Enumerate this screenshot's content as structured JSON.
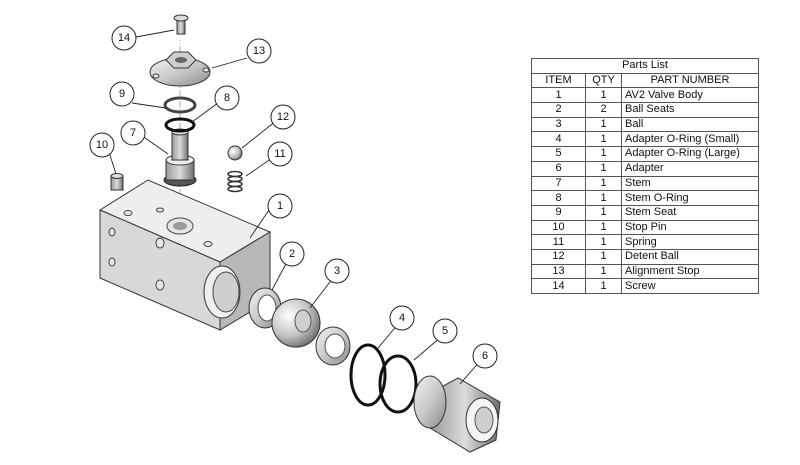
{
  "parts_list": {
    "title": "Parts List",
    "headers": {
      "item": "ITEM",
      "qty": "QTY",
      "part_number": "PART NUMBER"
    },
    "rows": [
      {
        "item": "1",
        "qty": "1",
        "part": "AV2 Valve Body"
      },
      {
        "item": "2",
        "qty": "2",
        "part": "Ball Seats"
      },
      {
        "item": "3",
        "qty": "1",
        "part": "Ball"
      },
      {
        "item": "4",
        "qty": "1",
        "part": "Adapter O-Ring (Small)"
      },
      {
        "item": "5",
        "qty": "1",
        "part": "Adapter O-Ring (Large)"
      },
      {
        "item": "6",
        "qty": "1",
        "part": "Adapter"
      },
      {
        "item": "7",
        "qty": "1",
        "part": "Stem"
      },
      {
        "item": "8",
        "qty": "1",
        "part": "Stem O-Ring"
      },
      {
        "item": "9",
        "qty": "1",
        "part": "Stem Seat"
      },
      {
        "item": "10",
        "qty": "1",
        "part": "Stop Pin"
      },
      {
        "item": "11",
        "qty": "1",
        "part": "Spring"
      },
      {
        "item": "12",
        "qty": "1",
        "part": "Detent Ball"
      },
      {
        "item": "13",
        "qty": "1",
        "part": "Alignment Stop"
      },
      {
        "item": "14",
        "qty": "1",
        "part": "Screw"
      }
    ]
  },
  "balloons": {
    "b1": "1",
    "b2": "2",
    "b3": "3",
    "b4": "4",
    "b5": "5",
    "b6": "6",
    "b7": "7",
    "b8": "8",
    "b9": "9",
    "b10": "10",
    "b11": "11",
    "b12": "12",
    "b13": "13",
    "b14": "14"
  }
}
